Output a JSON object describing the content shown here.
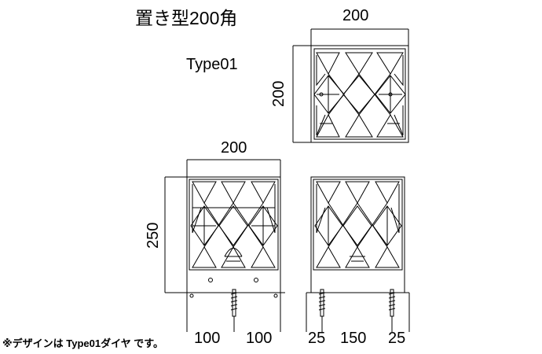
{
  "title": "置き型200角",
  "type_label": "Type01",
  "note": "※デザインは Type01ダイヤ です。",
  "top_view": {
    "width_label": "200",
    "height_label": "200"
  },
  "front_view": {
    "width_label": "200",
    "height_label": "250",
    "bottom_left_label": "100",
    "bottom_right_label": "100"
  },
  "side_view": {
    "bottom_labels": [
      "25",
      "150",
      "25"
    ]
  }
}
